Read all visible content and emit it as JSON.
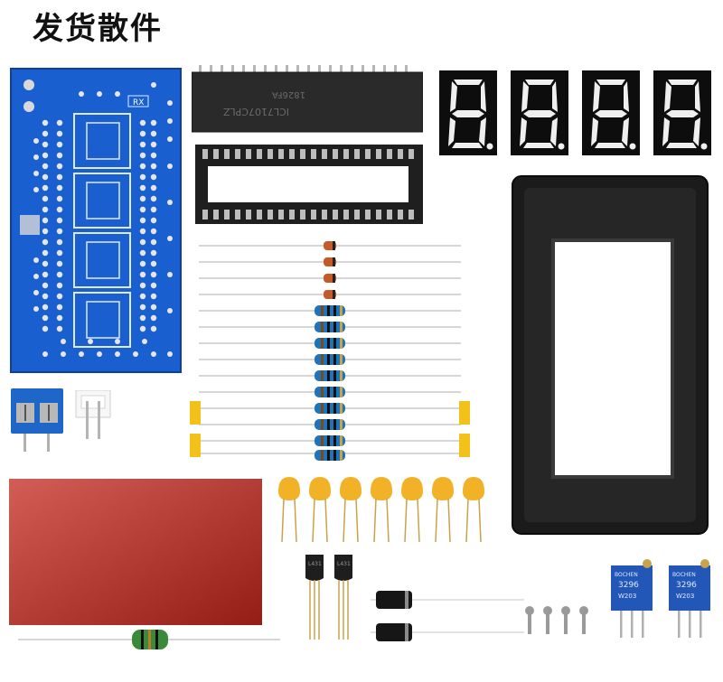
{
  "title": "发货散件",
  "pcb_labels": {
    "rx": "RX"
  },
  "ic_marking": {
    "line1": "ICL7107CPLZ",
    "line2": "1826FA"
  },
  "display_digits": [
    "8.",
    "8.",
    "8.",
    "8."
  ],
  "trimmer_text": {
    "brand": "BOCHEN",
    "model": "3296",
    "code": "W203"
  },
  "transistor_text": "L431",
  "colors": {
    "pcb": "#1a5fd0",
    "pcb_dark": "#0f3f9a",
    "digit_on": "#f2f2f2",
    "digit_bg": "#0d0d0d",
    "bezel": "#1b1b1b",
    "filter": "#c4281e",
    "capacitor": "#f1b227",
    "terminal": "#1e67c9",
    "trimmer": "#2257b8",
    "tape": "#f3c21a"
  }
}
